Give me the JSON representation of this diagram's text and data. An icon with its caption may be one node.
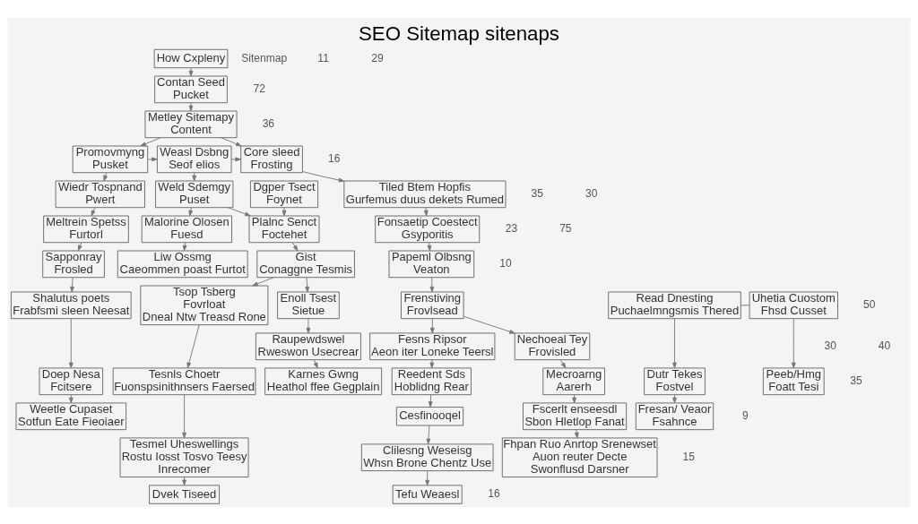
{
  "diagram": {
    "title": "SEO Sitemap sitenaps",
    "nodes": [
      {
        "text": [
          "How Cxpleny"
        ]
      },
      {
        "text": [
          "Contan Seed",
          "Pucket"
        ]
      },
      {
        "text": [
          "Metley Sitemapy",
          "Content"
        ]
      },
      {
        "text": [
          "Promovmyng",
          "Pusket"
        ]
      },
      {
        "text": [
          "Weasl Dsbng",
          "Seof elios"
        ]
      },
      {
        "text": [
          "Core sleed",
          "Frosting"
        ]
      },
      {
        "text": [
          "Wiedr Tospnand",
          "Pwert"
        ]
      },
      {
        "text": [
          "Weld Sdemgy",
          "Puset"
        ]
      },
      {
        "text": [
          "Tiled Btem Hopfis",
          "Gurfemus duus dekets Rumed"
        ]
      },
      {
        "text": [
          "Dgper Tsect",
          "Foynet"
        ]
      },
      {
        "text": [
          "Meltrein Spetss",
          "Furtorl"
        ]
      },
      {
        "text": [
          "Fonsaetip Coestect",
          "Gsyporitis"
        ]
      },
      {
        "text": [
          "Malorine Olosen",
          "Fuesd"
        ]
      },
      {
        "text": [
          "Plalnc Senct",
          "Foctehet"
        ]
      },
      {
        "text": [
          "Sapponray",
          "Frosled"
        ]
      },
      {
        "text": [
          "Liw Ossmg",
          "Caeommen poast Furtot"
        ]
      },
      {
        "text": [
          "Papeml Olbsng",
          "Veaton"
        ]
      },
      {
        "text": [
          "Gist",
          "Conaggne Tesmis"
        ]
      },
      {
        "text": [
          "Read Dnesting",
          "Puchaelmngsmis Thered"
        ]
      },
      {
        "text": [
          "Uhetia Cuostom",
          "Fhsd Cusset"
        ]
      },
      {
        "text": [
          "Shalutus poets",
          "Frabfsmi sleen Neesat"
        ]
      },
      {
        "text": [
          "Frenstiving",
          "Frovlsead"
        ]
      },
      {
        "text": [
          "Tsop Tsberg",
          "Fovrloat",
          "Dneal Ntw Treasd Rone"
        ]
      },
      {
        "text": [
          "Enoll Tsest",
          "Sietue"
        ]
      },
      {
        "text": [
          "Fesns Ripsor",
          "Aeon iter Loneke Teersl"
        ]
      },
      {
        "text": [
          "Nechoeal Tey",
          "Frovisled"
        ]
      },
      {
        "text": [
          "Raupewdswel",
          "Rweswon Usecrear"
        ]
      },
      {
        "text": [
          "Dutr Tekes",
          "Fostvel"
        ]
      },
      {
        "text": [
          "Peeb/Hmg",
          "Foatt Tesi"
        ]
      },
      {
        "text": [
          "Doep Nesa",
          "Fcitsere"
        ]
      },
      {
        "text": [
          "Reedent Sds",
          "Hoblidng Rear"
        ]
      },
      {
        "text": [
          "Mecroarng",
          "Aarerh"
        ]
      },
      {
        "text": [
          "Tesnls Choetr",
          "Fuonspsinithnsers Faersed"
        ]
      },
      {
        "text": [
          "Karnes Gwng",
          "Heathol ffee Gegplain"
        ]
      },
      {
        "text": [
          "Fresan/ Veaor",
          "Fsahnce"
        ]
      },
      {
        "text": [
          "Weetle Cupaset",
          "Sotfun Eate Fieoiaer"
        ]
      },
      {
        "text": [
          "Cesfinooqel"
        ]
      },
      {
        "text": [
          "Fscerlt enseesdl",
          "Sbon Hletlop Fanat"
        ]
      },
      {
        "text": [
          "Clilesng Weseisg",
          "Whsn Brone Chentz Use"
        ]
      },
      {
        "text": [
          "Fhpan Ruo Anrtop Srenewset Auon reuter Decte Swonflusd Darsner"
        ]
      },
      {
        "text": [
          "Tesmel Uheswellings",
          "Rostu Iosst Tosvo Teesy Inrecomer"
        ]
      },
      {
        "text": [
          "Tefu Weaesl"
        ]
      },
      {
        "text": [
          "Dvek Tiseed"
        ]
      }
    ],
    "edges": [
      {
        "from": 0,
        "to": 1,
        "arrow": "to"
      },
      {
        "from": 1,
        "to": 2,
        "arrow": "to"
      },
      {
        "from": 2,
        "to": 3,
        "arrow": "to"
      },
      {
        "from": 2,
        "to": 5,
        "arrow": "to"
      },
      {
        "from": 3,
        "to": 4,
        "arrow": "to"
      },
      {
        "from": 4,
        "to": 5,
        "arrow": "to"
      },
      {
        "from": 3,
        "to": 6,
        "arrow": "to"
      },
      {
        "from": 4,
        "to": 7,
        "arrow": "to"
      },
      {
        "from": 5,
        "to": 8,
        "arrow": "to"
      },
      {
        "from": 6,
        "to": 10,
        "arrow": "to"
      },
      {
        "from": 8,
        "to": 11,
        "arrow": "to"
      },
      {
        "from": 9,
        "to": 13,
        "arrow": "to"
      },
      {
        "from": 7,
        "to": 12,
        "arrow": "to"
      },
      {
        "from": 7,
        "to": 13,
        "arrow": "to"
      },
      {
        "from": 11,
        "to": 16,
        "arrow": "to"
      },
      {
        "from": 10,
        "to": 14,
        "arrow": "to"
      },
      {
        "from": 12,
        "to": 15,
        "arrow": "to"
      },
      {
        "from": 13,
        "to": 17,
        "arrow": "to"
      },
      {
        "from": 18,
        "to": 19,
        "arrow": "none"
      },
      {
        "from": 14,
        "to": 20,
        "arrow": "to"
      },
      {
        "from": 16,
        "to": 21,
        "arrow": "to"
      },
      {
        "from": 17,
        "to": 22,
        "arrow": "to"
      },
      {
        "from": 17,
        "to": 23,
        "arrow": "to"
      },
      {
        "from": 21,
        "to": 24,
        "arrow": "to"
      },
      {
        "from": 21,
        "to": 25,
        "arrow": "to"
      },
      {
        "from": 23,
        "to": 26,
        "arrow": "to"
      },
      {
        "from": 18,
        "to": 27,
        "arrow": "to"
      },
      {
        "from": 19,
        "to": 28,
        "arrow": "to"
      },
      {
        "from": 20,
        "to": 29,
        "arrow": "to"
      },
      {
        "from": 24,
        "to": 30,
        "arrow": "to"
      },
      {
        "from": 25,
        "to": 31,
        "arrow": "to"
      },
      {
        "from": 22,
        "to": 32,
        "arrow": "to"
      },
      {
        "from": 26,
        "to": 33,
        "arrow": "to"
      },
      {
        "from": 27,
        "to": 34,
        "arrow": "to"
      },
      {
        "from": 29,
        "to": 35,
        "arrow": "to"
      },
      {
        "from": 30,
        "to": 36,
        "arrow": "to"
      },
      {
        "from": 31,
        "to": 37,
        "arrow": "to"
      },
      {
        "from": 36,
        "to": 38,
        "arrow": "to"
      },
      {
        "from": 37,
        "to": 39,
        "arrow": "to"
      },
      {
        "from": 32,
        "to": 40,
        "arrow": "to"
      },
      {
        "from": 38,
        "to": 41,
        "arrow": "to"
      },
      {
        "from": 40,
        "to": 42,
        "arrow": "to"
      }
    ],
    "labels": [
      "Sitenmap",
      "11",
      "29",
      "72",
      "36",
      "16",
      "35",
      "30",
      "23",
      "75",
      "10",
      "50",
      "30",
      "40",
      "35",
      "9",
      "15",
      "16"
    ]
  }
}
